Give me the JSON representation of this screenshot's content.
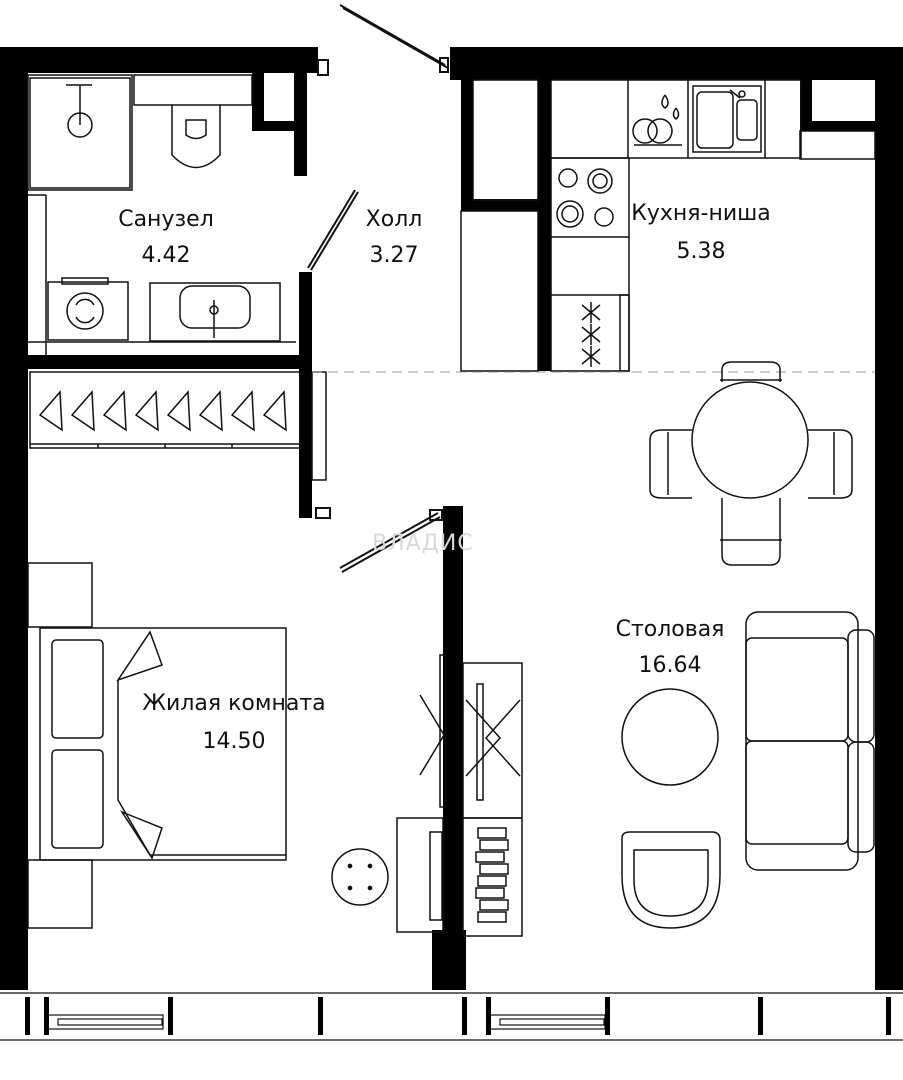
{
  "colors": {
    "wall": "#000000",
    "line": "#111111",
    "background": "#ffffff",
    "watermark": "#d9d9d9"
  },
  "rooms": [
    {
      "name": "Санузел",
      "area": "4.42"
    },
    {
      "name": "Холл",
      "area": "3.27"
    },
    {
      "name": "Кухня-ниша",
      "area": "5.38"
    },
    {
      "name": "Столовая",
      "area": "16.64"
    },
    {
      "name": "Жилая комната",
      "area": "14.50"
    }
  ],
  "watermark": "ВЛАДИС",
  "icons": [
    "shower-icon",
    "toilet-icon",
    "washing-machine-icon",
    "sink-icon",
    "stove-icon",
    "kitchen-sink-icon",
    "dishes-icon",
    "dining-table-icon",
    "sofa-icon",
    "bed-icon",
    "armchair-icon",
    "hanger-icon"
  ]
}
